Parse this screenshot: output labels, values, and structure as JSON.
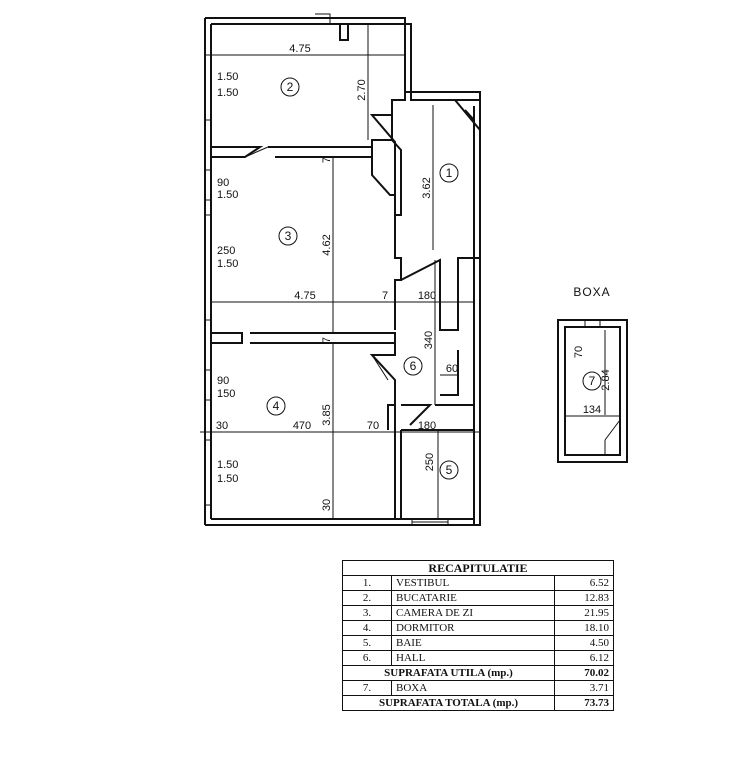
{
  "plan": {
    "room_numbers": [
      "1",
      "2",
      "3",
      "4",
      "5",
      "6",
      "7"
    ],
    "dimensions": {
      "kitchen_width": "4.75",
      "kitchen_window_top": "1.50",
      "kitchen_window_bottom": "1.50",
      "kitchen_height": "2.70",
      "vestibul_height": "3.62",
      "living_height": "4.62",
      "living_door_top": "90",
      "living_door_bottom": "1.50",
      "living_window_top": "250",
      "living_window_bottom": "1.50",
      "living_width": "4.75",
      "living_wall": "7",
      "hall_width": "180",
      "hall_height": "340",
      "closet_depth": "60",
      "bedroom_door_top": "90",
      "bedroom_door_bottom": "150",
      "bedroom_height": "3.85",
      "bedroom_left_wall": "30",
      "bedroom_width": "470",
      "bedroom_right_wall": "70",
      "bath_width": "180",
      "bath_height": "250",
      "bedroom_window_top": "1.50",
      "bedroom_window_bottom": "1.50",
      "bottom_wall": "30",
      "wall_mark_1": "7",
      "wall_mark_2": "7"
    },
    "boxa": {
      "title": "BOXA",
      "number": "7",
      "dim_small": "70",
      "dim_height": "2.84",
      "dim_width": "134"
    }
  },
  "recap": {
    "title": "RECAPITULATIE",
    "rows": [
      {
        "idx": "1.",
        "name": "VESTIBUL",
        "area": "6.52"
      },
      {
        "idx": "2.",
        "name": "BUCATARIE",
        "area": "12.83"
      },
      {
        "idx": "3.",
        "name": "CAMERA DE ZI",
        "area": "21.95"
      },
      {
        "idx": "4.",
        "name": "DORMITOR",
        "area": "18.10"
      },
      {
        "idx": "5.",
        "name": "BAIE",
        "area": "4.50"
      },
      {
        "idx": "6.",
        "name": "HALL",
        "area": "6.12"
      }
    ],
    "util_label": "SUPRAFATA UTILA (mp.)",
    "util_area": "70.02",
    "boxa_row": {
      "idx": "7.",
      "name": "BOXA",
      "area": "3.71"
    },
    "total_label": "SUPRAFATA TOTALA (mp.)",
    "total_area": "73.73"
  }
}
